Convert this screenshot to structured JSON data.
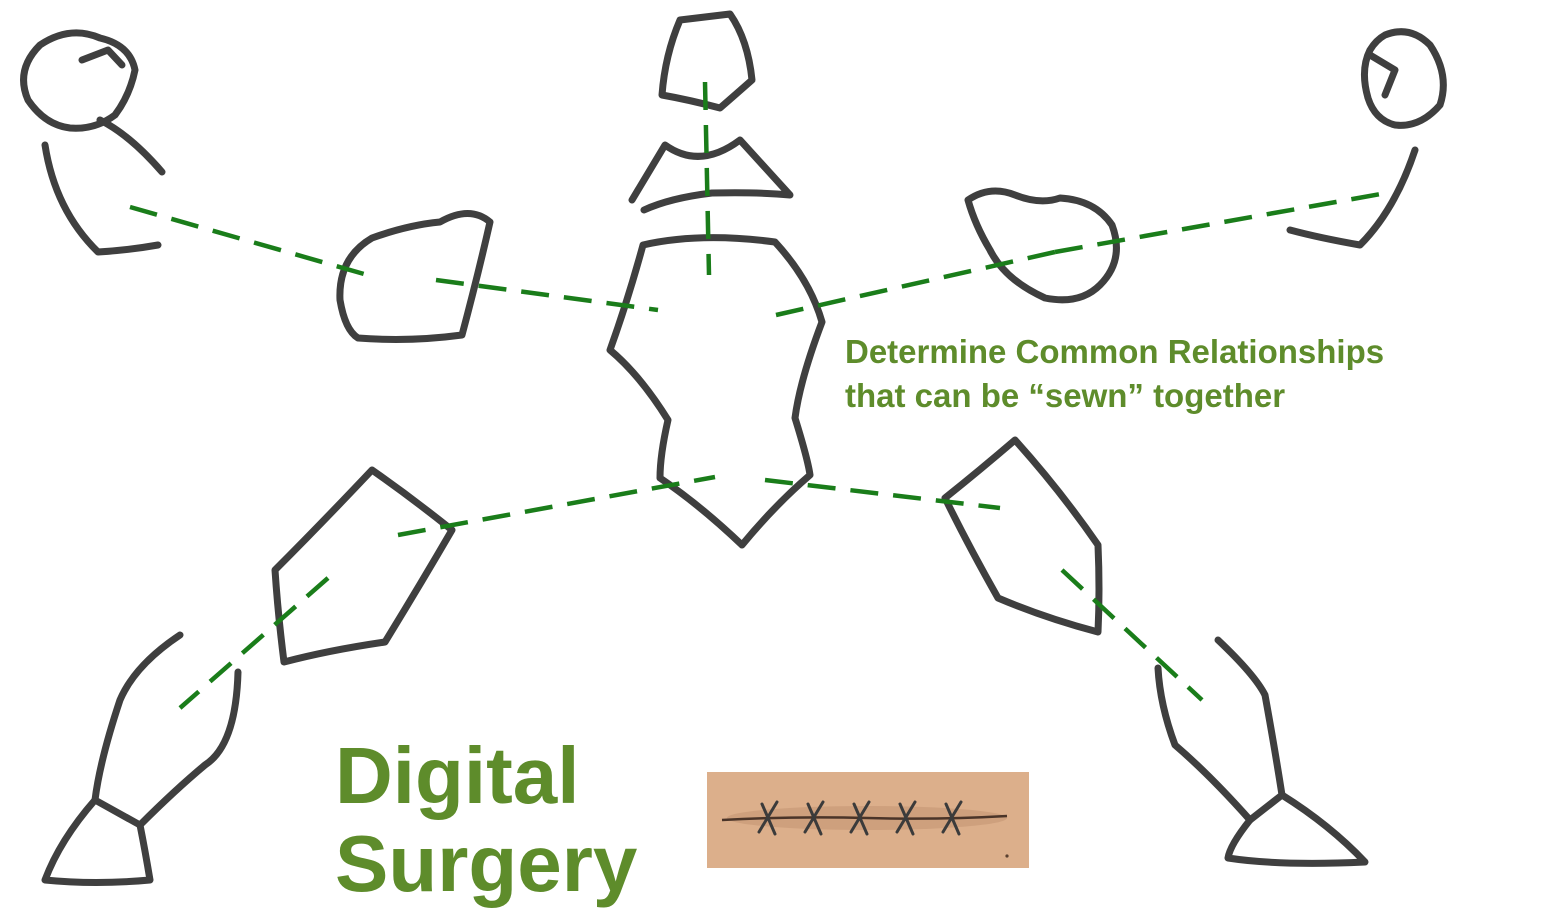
{
  "caption": {
    "line1": "Determine Common Relationships",
    "line2": "that can be “sewn” together"
  },
  "title": {
    "line1": "Digital",
    "line2": "Surgery"
  },
  "colors": {
    "green_text": "#5e8c2b",
    "seam_green": "#1a7d1a",
    "outline_gray": "#3f3f3f",
    "skin_tone": "#dcaf8b"
  },
  "icons": [
    "head",
    "neck",
    "torso",
    "upper-arm-left",
    "upper-arm-right",
    "forearm-left",
    "forearm-right",
    "thigh-left",
    "thigh-right",
    "shin-left",
    "shin-right",
    "stitches-image"
  ]
}
